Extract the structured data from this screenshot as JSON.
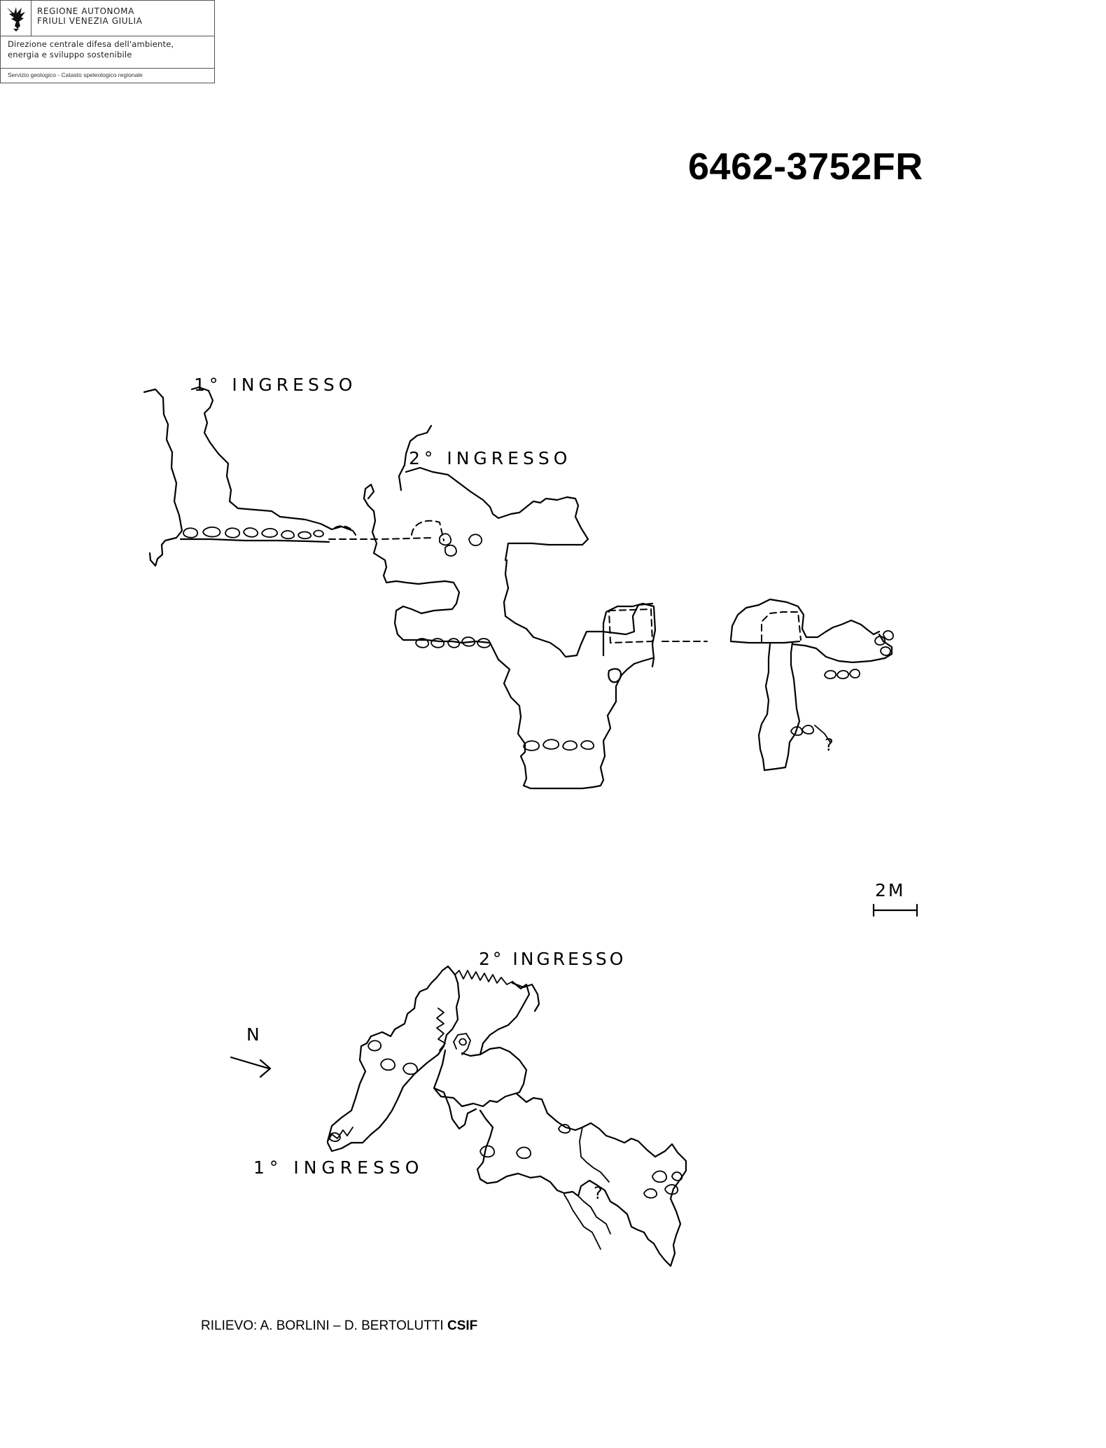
{
  "header": {
    "region_line1": "REGIONE AUTONOMA",
    "region_line2": "FRIULI VENEZIA GIULIA",
    "directorate_line1": "Direzione centrale difesa dell'ambiente,",
    "directorate_line2": "energia e sviluppo sostenibile",
    "service": "Servizio geologico - Catasto speleologico regionale",
    "logo_icon": "eagle-emblem-icon"
  },
  "cadastre_code": "6462-3752FR",
  "section": {
    "entrance_1_label": "1° INGRESSO",
    "entrance_2_label": "2° INGRESSO",
    "question_mark": "?"
  },
  "scale_bar": {
    "label": "2M"
  },
  "plan": {
    "north_label": "N",
    "entrance_1_label": "1° INGRESSO",
    "entrance_2_label": "2° INGRESSO",
    "question_mark": "?"
  },
  "credit": {
    "prefix": "RILIEVO: A. BORLINI – D. BERTOLUTTI ",
    "group": "CSIF"
  }
}
